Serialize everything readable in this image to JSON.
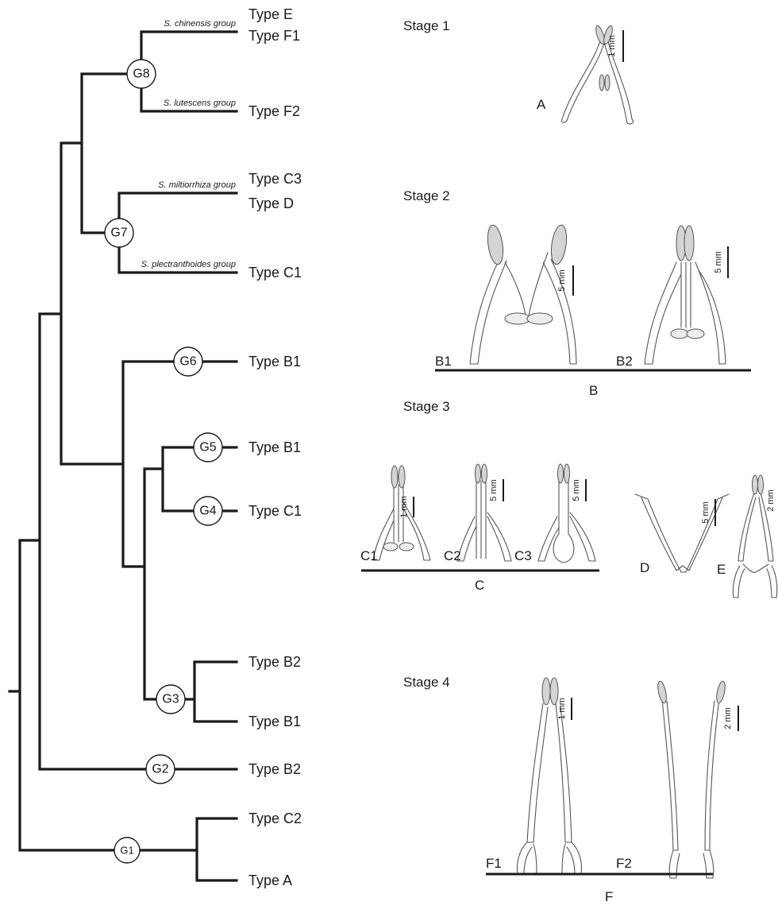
{
  "tree": {
    "tips": [
      "Type E",
      "Type F1",
      "Type F2",
      "Type C3",
      "Type D",
      "Type C1",
      "Type B1",
      "Type B1",
      "Type C1",
      "Type B2",
      "Type B1",
      "Type B2",
      "Type C2",
      "Type A"
    ],
    "nodes": [
      "G8",
      "G7",
      "G6",
      "G5",
      "G4",
      "G3",
      "G2",
      "G1"
    ],
    "groups": [
      "S. chinensis group",
      "S. lutescens group",
      "S. miltiorrhiza group",
      "S. plectranthoides group"
    ]
  },
  "stages": [
    "Stage 1",
    "Stage 2",
    "Stage 3",
    "Stage 4"
  ],
  "panels": [
    "A",
    "B1",
    "B2",
    "B",
    "C1",
    "C2",
    "C3",
    "C",
    "D",
    "E",
    "F1",
    "F2",
    "F"
  ],
  "scales": [
    "1 mm",
    "5 mm",
    "5 mm",
    "1 mm",
    "5 mm",
    "5 mm",
    "5 mm",
    "2 mm",
    "1 mm",
    "2 mm"
  ]
}
